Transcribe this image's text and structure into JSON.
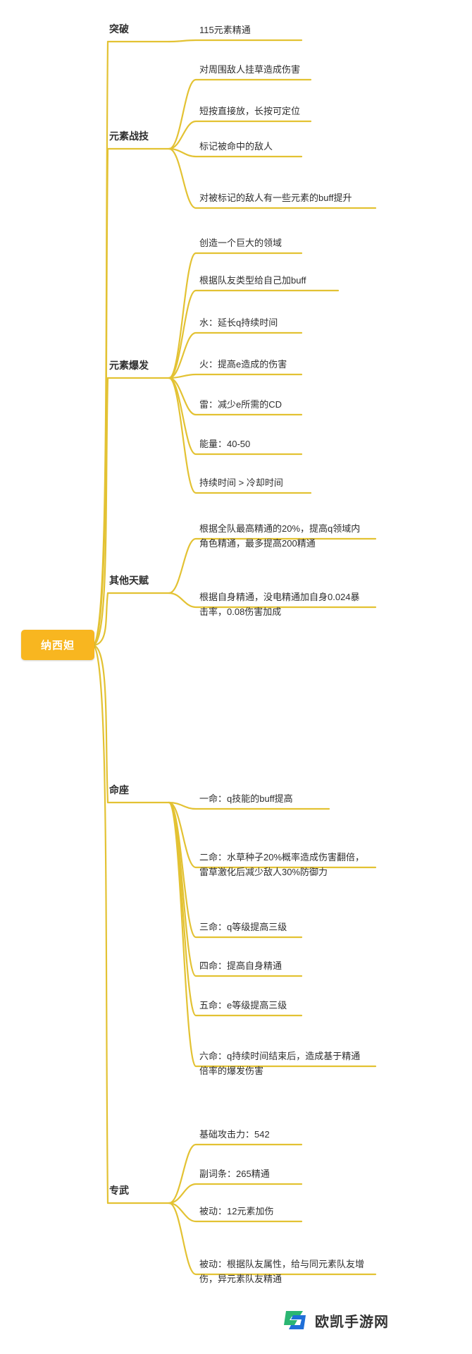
{
  "theme": {
    "root_fill": "#f8b620",
    "root_text": "#ffffff",
    "link_color": "#e3c233",
    "text_color": "#2e2e2e",
    "background": "#ffffff"
  },
  "root": {
    "label": "纳西妲"
  },
  "branches": [
    {
      "label": "突破",
      "children": [
        {
          "text": "115元素精通"
        }
      ]
    },
    {
      "label": "元素战技",
      "children": [
        {
          "text": "对周围敌人挂草造成伤害"
        },
        {
          "text": "短按直接放，长按可定位"
        },
        {
          "text": "标记被命中的敌人"
        },
        {
          "text": "对被标记的敌人有一些元素的buff提升"
        }
      ]
    },
    {
      "label": "元素爆发",
      "children": [
        {
          "text": "创造一个巨大的领域"
        },
        {
          "text": "根据队友类型给自己加buff"
        },
        {
          "text": "水：延长q持续时间"
        },
        {
          "text": "火：提高e造成的伤害"
        },
        {
          "text": "雷：减少e所需的CD"
        },
        {
          "text": "能量：40-50"
        },
        {
          "text": "持续时间 > 冷却时间"
        }
      ]
    },
    {
      "label": "其他天赋",
      "children": [
        {
          "text": "根据全队最高精通的20%，提高q领域内角色精通，最多提高200精通"
        },
        {
          "text": "根据自身精通，没电精通加自身0.024暴击率，0.08伤害加成"
        }
      ]
    },
    {
      "label": "命座",
      "children": [
        {
          "text": "一命：q技能的buff提高"
        },
        {
          "text": "二命：水草种子20%概率造成伤害翻倍，雷草激化后减少敌人30%防御力"
        },
        {
          "text": "三命：q等级提高三级"
        },
        {
          "text": "四命：提高自身精通"
        },
        {
          "text": "五命：e等级提高三级"
        },
        {
          "text": "六命：q持续时间结束后，造成基于精通倍率的爆发伤害"
        }
      ]
    },
    {
      "label": "专武",
      "children": [
        {
          "text": "基础攻击力：542"
        },
        {
          "text": "副词条：265精通"
        },
        {
          "text": "被动：12元素加伤"
        },
        {
          "text": "被动：根据队友属性，给与同元素队友增伤，异元素队友精通"
        }
      ]
    }
  ],
  "watermark": {
    "text": "欧凯手游网"
  }
}
